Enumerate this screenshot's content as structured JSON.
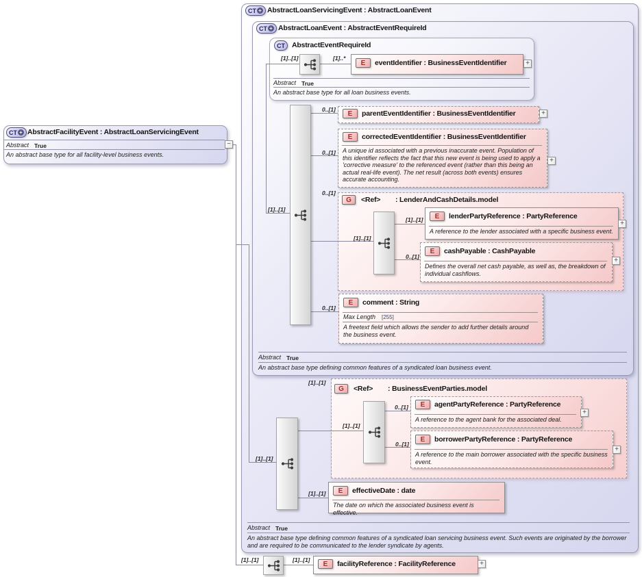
{
  "badges": {
    "ct": "CT",
    "e": "E",
    "g": "G"
  },
  "controls": {
    "expand": "+",
    "collapse": "−"
  },
  "cardinality": {
    "one_one": "[1]..[1]",
    "zero_one": "0..[1]",
    "one_many": "[1]..*"
  },
  "facility_event": {
    "title": "AbstractFacilityEvent : AbstractLoanServicingEvent",
    "abstract_label": "Abstract",
    "abstract_value": "True",
    "description": "An abstract base type for all facility-level business events."
  },
  "servicing_event": {
    "title": "AbstractLoanServicingEvent : AbstractLoanEvent",
    "abstract_label": "Abstract",
    "abstract_value": "True",
    "description": "An abstract base type defining common features of a syndicated loan servicing business event. Such events are originated by the borrower and are required to be communicated to the lender syndicate by agents."
  },
  "loan_event": {
    "title": "AbstractLoanEvent : AbstractEventRequireId",
    "abstract_label": "Abstract",
    "abstract_value": "True",
    "description": "An abstract base type defining common features of a syndicated loan business event."
  },
  "event_require_id": {
    "title": "AbstractEventRequireId",
    "abstract_label": "Abstract",
    "abstract_value": "True",
    "description": "An abstract base type for all loan business events."
  },
  "groups": {
    "lender_and_cash": {
      "ref": "<Ref>",
      "model": ": LenderAndCashDetails.model"
    },
    "business_event_parties": {
      "ref": "<Ref>",
      "model": ": BusinessEventParties.model"
    }
  },
  "elements": {
    "event_identifier": {
      "label": "eventIdentifier : BusinessEventIdentifier"
    },
    "parent_event_identifier": {
      "label": "parentEventIdentifier : BusinessEventIdentifier"
    },
    "corrected_event_identifier": {
      "label": "correctedEventIdentifier : BusinessEventIdentifier",
      "description": "A unique id associated with a previous inaccurate event. Population of this identifier reflects the fact that this new event is being used to apply a 'corrective measure' to the referenced event (rather than this being an actual real-life event). The net result (across both events) ensures accurate accounting."
    },
    "lender_party_reference": {
      "label": "lenderPartyReference : PartyReference",
      "description": "A reference to the lender associated with a specific business event."
    },
    "cash_payable": {
      "label": "cashPayable : CashPayable",
      "description": "Defines the overall net cash payable, as well as, the breakdown of individual cashflows."
    },
    "comment": {
      "label": "comment : String",
      "max_length_label": "Max Length",
      "max_length_value": "[255]",
      "description": "A freetext field which allows the sender to add further details around the business event."
    },
    "agent_party_reference": {
      "label": "agentPartyReference : PartyReference",
      "description": "A reference to the agent bank for the associated deal."
    },
    "borrower_party_reference": {
      "label": "borrowerPartyReference : PartyReference",
      "description": "A reference to the main borrower associated with the specific business event."
    },
    "effective_date": {
      "label": "effectiveDate : date",
      "description": "The date on which the associated business event is effective."
    },
    "facility_reference": {
      "label": "facilityReference : FacilityReference"
    }
  }
}
